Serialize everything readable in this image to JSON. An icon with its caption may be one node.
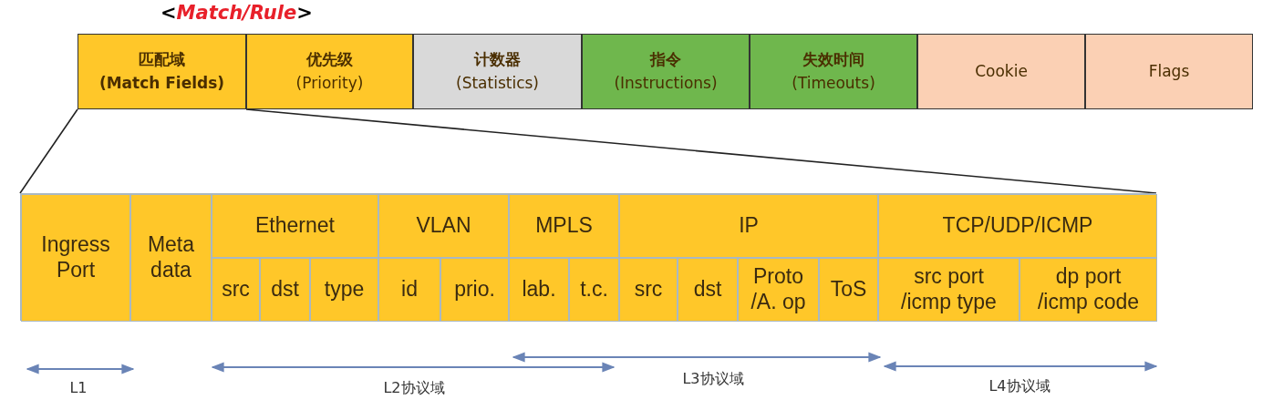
{
  "diagram": {
    "title": "<**Match/Rule**>",
    "nodes": [
      {
        "text": [
          "匹配域",
          "(Match Fields)"
        ]
      },
      {
        "text": [
          "优先级",
          "(Priority)"
        ]
      },
      {
        "text": [
          "计数器",
          "(Statistics)"
        ]
      },
      {
        "text": [
          "指令",
          "(Instructions)"
        ]
      },
      {
        "text": [
          "失效时间",
          "(Timeouts)"
        ]
      },
      {
        "text": [
          "Cookie"
        ]
      },
      {
        "text": [
          "Flags"
        ]
      },
      {
        "text": [],
        "shape": "box"
      },
      {
        "text": [
          "Ingress Port"
        ],
        "in": 7
      },
      {
        "text": [
          "Meta data"
        ],
        "in": 7
      },
      {
        "text": [
          "Ethernet"
        ],
        "in": 7
      },
      {
        "text": [
          "VLAN"
        ],
        "in": 7
      },
      {
        "text": [
          "MPLS"
        ],
        "in": 7
      },
      {
        "text": [
          "IP"
        ],
        "in": 7
      },
      {
        "text": [
          "TCP/UDP/ICMP"
        ],
        "in": 7
      },
      {
        "text": [
          "src"
        ],
        "in": 7
      },
      {
        "text": [
          "dst"
        ],
        "in": 7
      },
      {
        "text": [
          "type"
        ],
        "in": 7
      },
      {
        "text": [
          "id"
        ],
        "in": 7
      },
      {
        "text": [
          "prio."
        ],
        "in": 7
      },
      {
        "text": [
          "lab."
        ],
        "in": 7
      },
      {
        "text": [
          "t.c."
        ],
        "in": 7
      },
      {
        "text": [
          "src"
        ],
        "in": 7
      },
      {
        "text": [
          "dst"
        ],
        "in": 7
      },
      {
        "text": [
          "Proto /A. op"
        ],
        "in": 7
      },
      {
        "text": [
          "ToS"
        ],
        "in": 7
      },
      {
        "text": [
          "src port /icmp type"
        ],
        "in": 7
      },
      {
        "text": [
          "dp port /icmp code"
        ],
        "in": 7
      }
    ],
    "edges": [
      {
        "from": 0,
        "to": 7,
        "arrow": "none"
      },
      {
        "from": 0,
        "to": 7,
        "arrow": "none"
      }
    ],
    "labels": [
      "L1",
      "L2协议域",
      "L3协议域",
      "L4协议域"
    ]
  }
}
